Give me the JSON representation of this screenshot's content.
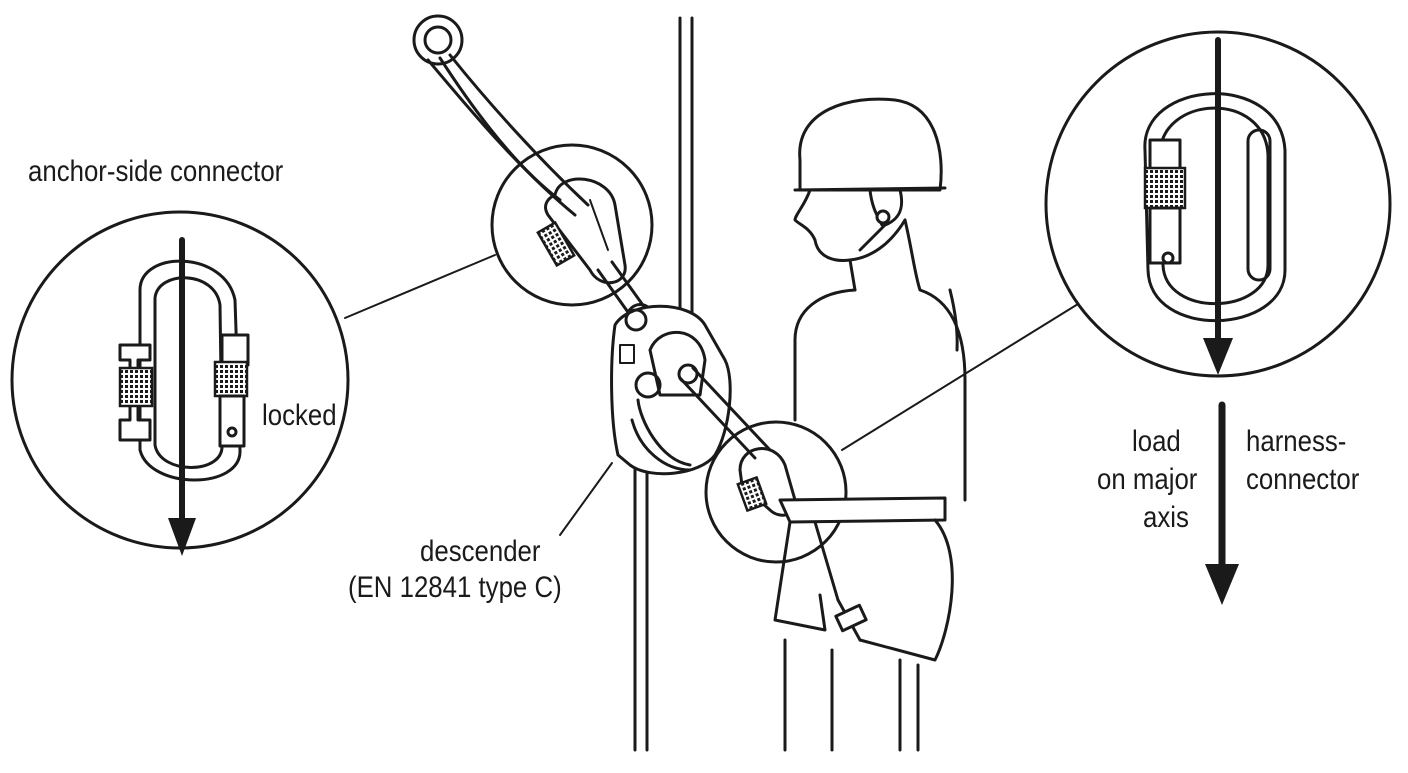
{
  "labels": {
    "anchor_connector": "anchor-side connector",
    "locked": "locked",
    "descender_line1": "descender",
    "descender_line2": "(EN 12841 type C)",
    "load_line1": "load",
    "load_line2": "on major",
    "load_line3": "axis",
    "harness_line1": "harness-",
    "harness_line2": "connector"
  },
  "colors": {
    "ink": "#1a1a1a",
    "background": "#ffffff"
  }
}
